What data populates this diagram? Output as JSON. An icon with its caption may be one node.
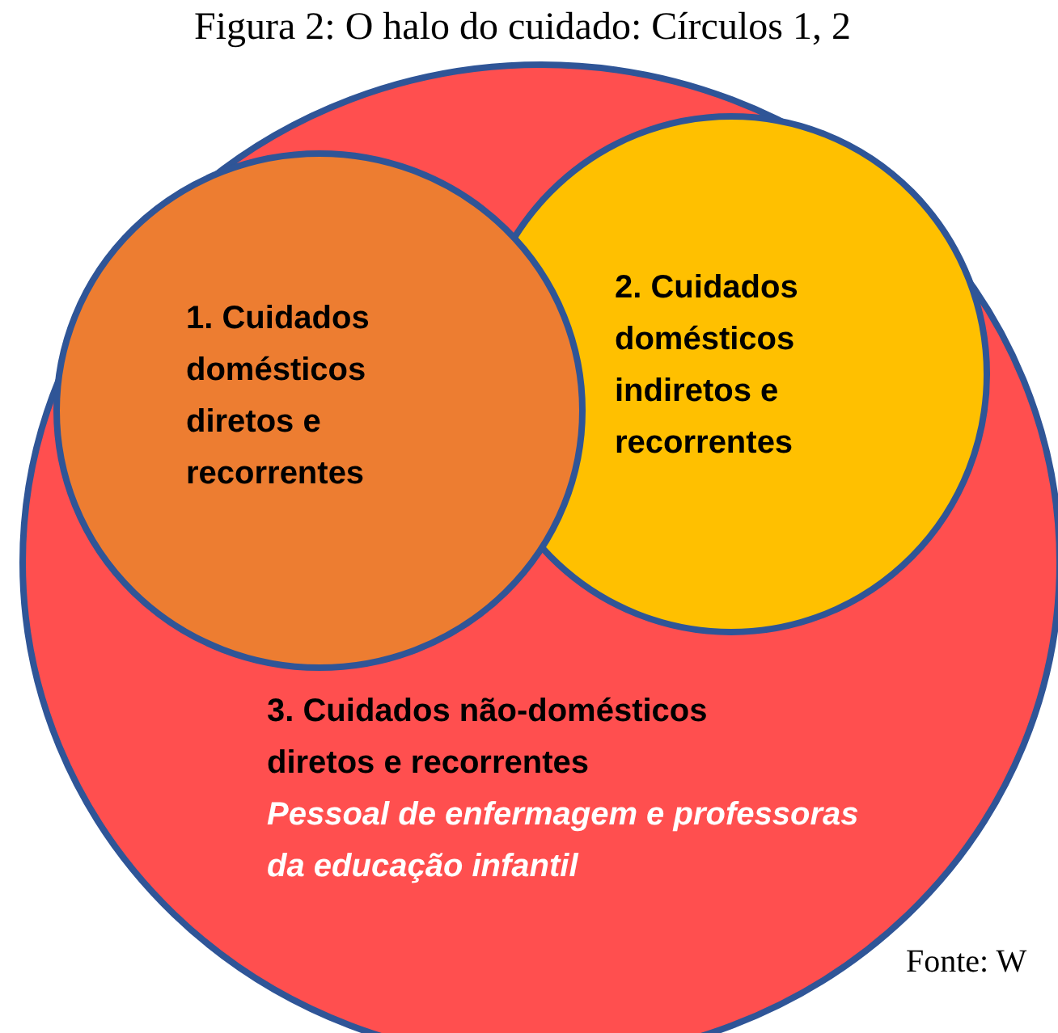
{
  "diagram": {
    "title": "Figura 2: O halo do cuidado: Círculos 1, 2",
    "nodes": [
      {
        "text": [
          "3. Cuidados não-domésticos diretos e recorrentes",
          "Pessoal de enfermagem e professoras da educação infantil"
        ]
      },
      {
        "text": [
          "1. Cuidados domésticos diretos e recorrentes"
        ],
        "in": 0
      },
      {
        "text": [
          "2. Cuidados domésticos indiretos e recorrentes"
        ],
        "in": 0
      }
    ],
    "edges": [],
    "labels": [
      "Fonte: W"
    ]
  }
}
